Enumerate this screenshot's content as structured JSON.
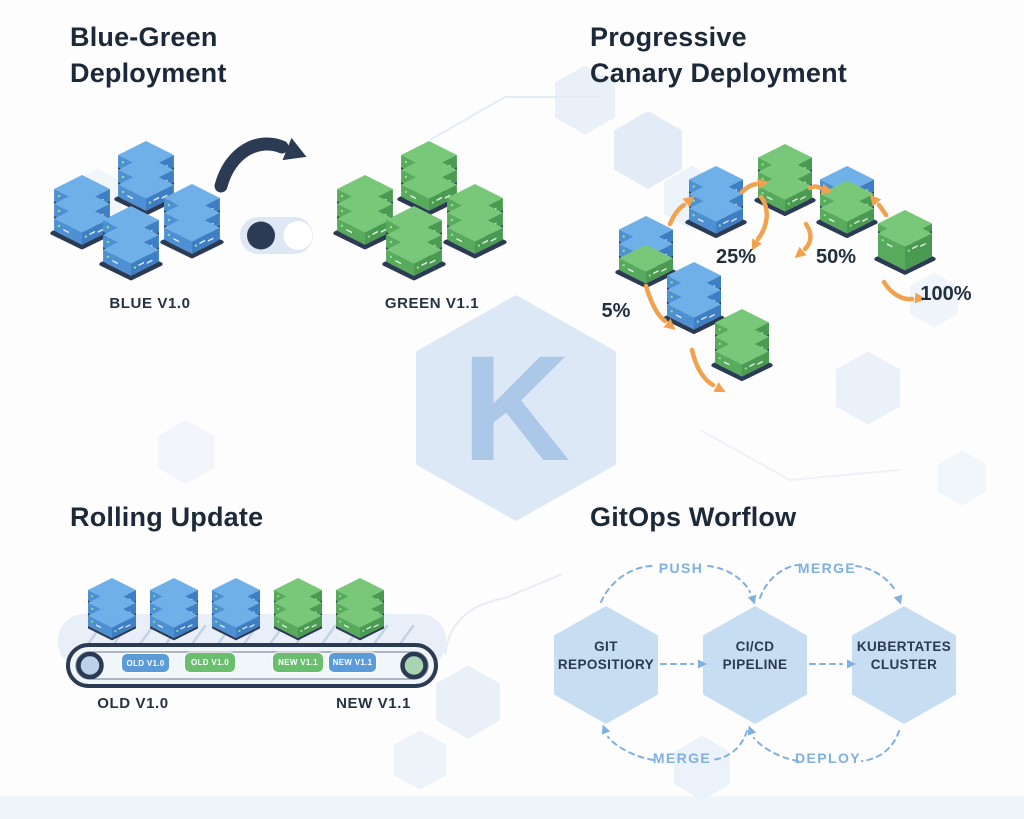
{
  "colors": {
    "title_text": "#1c2938",
    "label_text": "#243243",
    "navy": "#2c3b54",
    "server_blue_top": "#6fb0e8",
    "server_blue_left": "#4d90d3",
    "server_blue_right": "#3e7ec4",
    "server_green_top": "#79c87a",
    "server_green_left": "#58ab5d",
    "server_green_right": "#4a9a51",
    "arrow_orange": "#f0a24e",
    "gitops_hex_fill": "#c7ddf1",
    "gitops_arrow": "#7fb0e0",
    "watermark_hex": "#dce8f6",
    "watermark_letter": "#abc8e9",
    "badge_blue": "#5b9bd8",
    "badge_green": "#6abf6e"
  },
  "watermark": {
    "letter": "K"
  },
  "sections": {
    "blue_green": {
      "title": [
        "Blue-Green",
        "Deployment"
      ],
      "blue_label": "BLUE V1.0",
      "green_label": "GREEN V1.1"
    },
    "canary": {
      "title": [
        "Progressive",
        "Canary Deployment"
      ],
      "percents": [
        "5%",
        "25%",
        "50%",
        "100%"
      ]
    },
    "rolling": {
      "title": "Rolling Update",
      "belt_badges": [
        "OLD V1.0",
        "OLD V1.0",
        "NEW V1.1",
        "NEW V1.1"
      ],
      "old_label": "OLD V1.0",
      "new_label": "NEW V1.1"
    },
    "gitops": {
      "title": "GitOps Worflow",
      "nodes": [
        [
          "GIT",
          "REPOSITIORY"
        ],
        [
          "CI/CD",
          "PIPELINE"
        ],
        [
          "KUBERTATES",
          "CLUSTER"
        ]
      ],
      "flow_labels_top": [
        "PUSH",
        "MERGE"
      ],
      "flow_labels_bottom": [
        "MERGE",
        "DEPLOY"
      ]
    }
  }
}
